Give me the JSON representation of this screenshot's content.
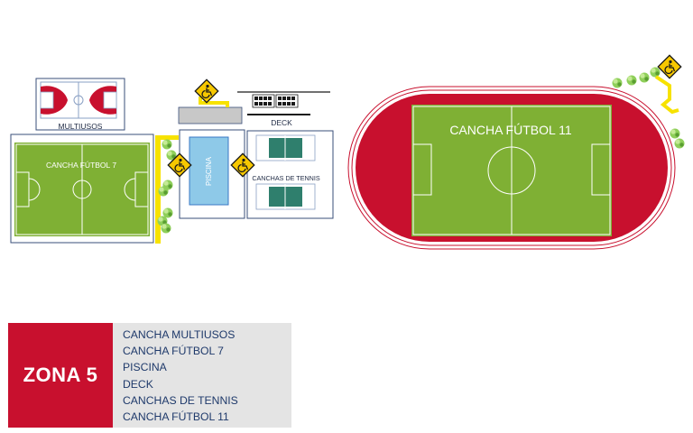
{
  "map": {
    "labels": {
      "multiusos": "MULTIUSOS",
      "futbol7": "CANCHA FÚTBOL 7",
      "piscina": "PISCINA",
      "deck": "DECK",
      "tennis": "CANCHAS DE TENNIS",
      "futbol11": "CANCHA FÚTBOL 11"
    },
    "colors": {
      "grass": "#7fb034",
      "track": "#c8102e",
      "pool": "#8ec9e8",
      "tennis_court": "#2f7f6d",
      "accessibility_sign": "#f7c800",
      "path": "#f7e200",
      "outline": "#3a4f7a"
    },
    "icons": [
      "wheelchair-accessibility-icon",
      "tree-icon",
      "bleachers-icon"
    ]
  },
  "legend": {
    "zone": "ZONA 5",
    "items": [
      "CANCHA MULTIUSOS",
      "CANCHA FÚTBOL 7",
      "PISCINA",
      "DECK",
      "CANCHAS DE TENNIS",
      "CANCHA FÚTBOL 11"
    ],
    "colors": {
      "zone_bg": "#c8102e",
      "list_bg": "#e4e4e4",
      "list_text": "#1f3a6b"
    }
  }
}
